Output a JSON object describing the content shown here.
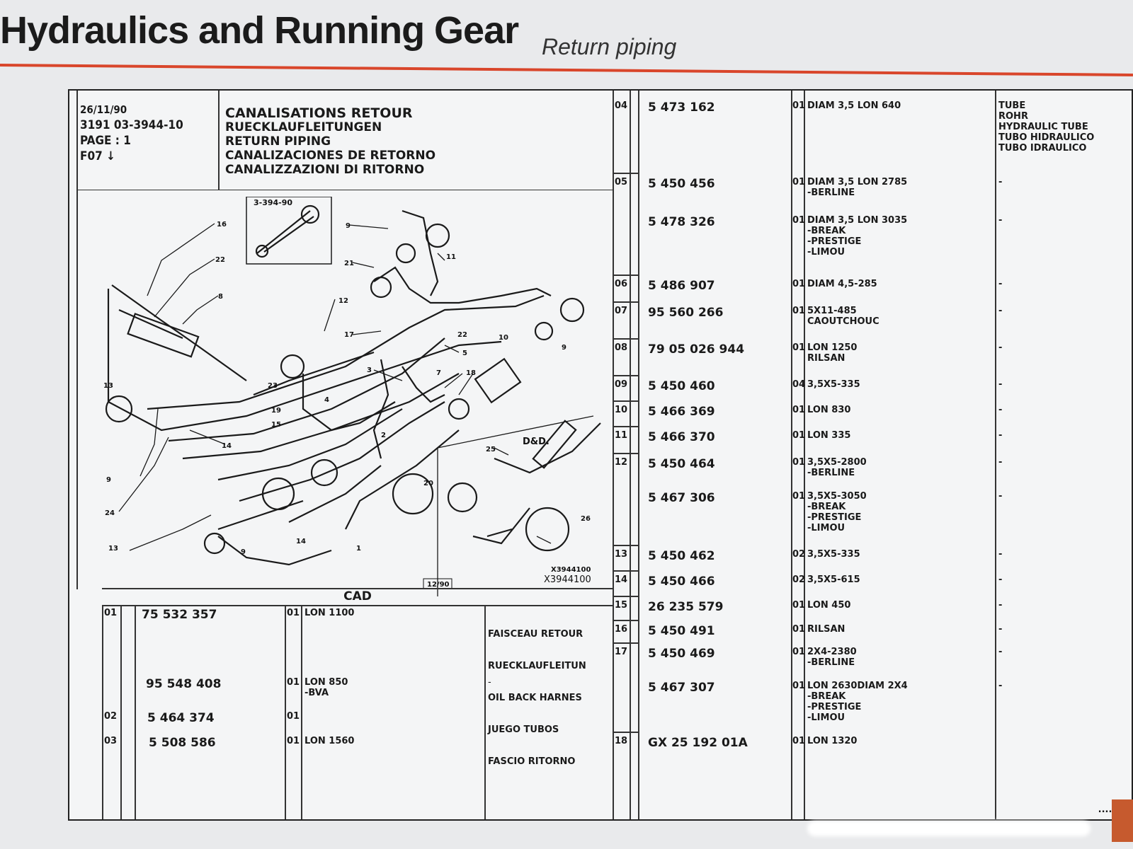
{
  "header": {
    "title": "Hydraulics and Running Gear",
    "subtitle": "Return piping"
  },
  "meta": {
    "date": "26/11/90",
    "ref": "3191 03-3944-10",
    "page": "PAGE : 1",
    "fig": "F07 ↓"
  },
  "titles": [
    "CANALISATIONS RETOUR",
    "RUECKLAUFLEITUNGEN",
    "RETURN PIPING",
    "CANALIZACIONES DE RETORNO",
    "CANALIZZAZIONI DI RITORNO"
  ],
  "diagram": {
    "inset_label": "3-394-90",
    "dd_label": "D&D.",
    "date_box": "12/90",
    "ref1": "X3944100",
    "ref2": "X3944100",
    "callouts": [
      "16",
      "22",
      "8",
      "9",
      "11",
      "21",
      "12",
      "17",
      "22",
      "10",
      "9",
      "5",
      "3",
      "7",
      "18",
      "13",
      "23",
      "4",
      "19",
      "15",
      "2",
      "14",
      "9",
      "24",
      "20",
      "1",
      "14",
      "13",
      "25",
      "26",
      "9"
    ]
  },
  "cad": {
    "label": "CAD",
    "rows": [
      {
        "item": "01",
        "part": "75 532 357",
        "qty": "01",
        "desc": "LON 1100",
        "names": [
          "FAISCEAU RETOUR",
          "RUECKLAUFLEITUN",
          "OIL BACK HARNES",
          "JUEGO TUBOS",
          "FASCIO RITORNO"
        ]
      },
      {
        "item": "",
        "part": "95 548 408",
        "qty": "01",
        "desc": "LON 850\n-BVA",
        "names": [
          "-"
        ]
      },
      {
        "item": "02",
        "part": "5 464 374",
        "qty": "01",
        "desc": "",
        "names": []
      },
      {
        "item": "03",
        "part": "5 508 586",
        "qty": "01",
        "desc": "LON 1560",
        "names": []
      }
    ]
  },
  "right_rows": [
    {
      "item": "04",
      "part": "5 473 162",
      "qty": "01",
      "desc": "DIAM 3,5 LON 640",
      "names": [
        "TUBE",
        "ROHR",
        "HYDRAULIC TUBE",
        "TUBO HIDRAULICO",
        "TUBO IDRAULICO"
      ]
    },
    {
      "item": "05",
      "part": "5 450 456",
      "qty": "01",
      "desc": "DIAM 3,5 LON 2785\n-BERLINE",
      "names": [
        "-"
      ]
    },
    {
      "item": "",
      "part": "5 478 326",
      "qty": "01",
      "desc": "DIAM 3,5 LON 3035\n-BREAK\n-PRESTIGE\n-LIMOU",
      "names": [
        "-"
      ]
    },
    {
      "item": "06",
      "part": "5 486 907",
      "qty": "01",
      "desc": "DIAM 4,5-285",
      "names": [
        "-"
      ]
    },
    {
      "item": "07",
      "part": "95 560 266",
      "qty": "01",
      "desc": "5X11-485\nCAOUTCHOUC",
      "names": [
        "-"
      ]
    },
    {
      "item": "08",
      "part": "79 05 026 944",
      "qty": "01",
      "desc": "LON 1250\nRILSAN",
      "names": [
        "-"
      ]
    },
    {
      "item": "09",
      "part": "5 450 460",
      "qty": "04",
      "desc": "3,5X5-335",
      "names": [
        "-"
      ]
    },
    {
      "item": "10",
      "part": "5 466 369",
      "qty": "01",
      "desc": "LON 830",
      "names": [
        "-"
      ]
    },
    {
      "item": "11",
      "part": "5 466 370",
      "qty": "01",
      "desc": "LON 335",
      "names": [
        "-"
      ]
    },
    {
      "item": "12",
      "part": "5 450 464",
      "qty": "01",
      "desc": "3,5X5-2800\n-BERLINE",
      "names": [
        "-"
      ]
    },
    {
      "item": "",
      "part": "5 467 306",
      "qty": "01",
      "desc": "3,5X5-3050\n-BREAK\n-PRESTIGE\n-LIMOU",
      "names": [
        "-"
      ]
    },
    {
      "item": "13",
      "part": "5 450 462",
      "qty": "02",
      "desc": "3,5X5-335",
      "names": [
        "-"
      ]
    },
    {
      "item": "14",
      "part": "5 450 466",
      "qty": "02",
      "desc": "3,5X5-615",
      "names": [
        "-"
      ]
    },
    {
      "item": "15",
      "part": "26 235 579",
      "qty": "01",
      "desc": "LON 450",
      "names": [
        "-"
      ]
    },
    {
      "item": "16",
      "part": "5 450 491",
      "qty": "01",
      "desc": "RILSAN",
      "names": [
        "-"
      ]
    },
    {
      "item": "17",
      "part": "5 450 469",
      "qty": "01",
      "desc": "2X4-2380\n-BERLINE",
      "names": [
        "-"
      ]
    },
    {
      "item": "",
      "part": "5 467 307",
      "qty": "01",
      "desc": "LON 2630DIAM 2X4\n-BREAK\n-PRESTIGE\n-LIMOU",
      "names": [
        "-"
      ]
    },
    {
      "item": "18",
      "part": "GX 25 192 01A",
      "qty": "01",
      "desc": "LON 1320",
      "names": []
    }
  ],
  "continuation": "..../..."
}
